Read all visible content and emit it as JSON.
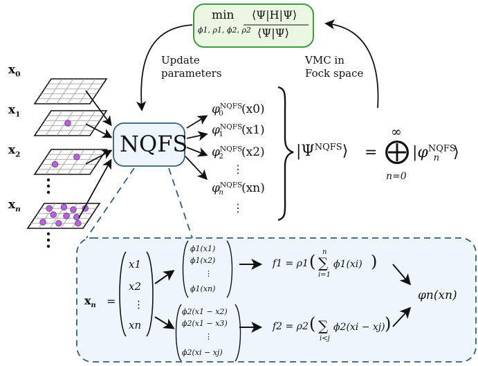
{
  "objective": {
    "op": "min",
    "subscript": "ϕ1, ρ1, ϕ2, ρ2",
    "numerator": "⟨Ψ|H|Ψ⟩",
    "denominator": "⟨Ψ|Ψ⟩"
  },
  "labels": {
    "update": [
      "Update",
      "parameters"
    ],
    "vmc": [
      "VMC in",
      "Fock space"
    ],
    "nqfs": "NQFS"
  },
  "inputs": [
    {
      "symbol": "x",
      "index": "0",
      "points": []
    },
    {
      "symbol": "x",
      "index": "1",
      "points": [
        [
          0.45,
          0.5
        ]
      ]
    },
    {
      "symbol": "x",
      "index": "2",
      "points": [
        [
          0.55,
          0.3
        ],
        [
          0.25,
          0.6
        ]
      ]
    },
    {
      "symbol": "x",
      "index": "n",
      "points": [
        [
          0.15,
          0.2
        ],
        [
          0.4,
          0.15
        ],
        [
          0.6,
          0.25
        ],
        [
          0.8,
          0.2
        ],
        [
          0.3,
          0.45
        ],
        [
          0.55,
          0.5
        ],
        [
          0.75,
          0.55
        ],
        [
          0.2,
          0.75
        ],
        [
          0.5,
          0.8
        ],
        [
          0.85,
          0.8
        ]
      ]
    }
  ],
  "outputs": [
    {
      "phi": "φ",
      "sub": "0",
      "sup": "NQFS",
      "arg": "(x0)"
    },
    {
      "phi": "φ",
      "sub": "1",
      "sup": "NQFS",
      "arg": "(x1)"
    },
    {
      "phi": "φ",
      "sub": "2",
      "sup": "NQFS",
      "arg": "(x2)"
    },
    {
      "phi": "φ",
      "sub": "n",
      "sup": "NQFS",
      "arg": "(xn)"
    }
  ],
  "state": {
    "lhs": "|Ψ",
    "lhs_sup": "NQFS",
    "lhs_close": "⟩",
    "equals": "=",
    "sum_top": "∞",
    "sum_symbol": "⨁",
    "sum_bottom": "n=0",
    "rhs": "|φ",
    "rhs_sub": "n",
    "rhs_sup": "NQFS",
    "rhs_close": "⟩"
  },
  "detail": {
    "xn_lhs": "x",
    "xn_lhs_sub": "n",
    "equals": "=",
    "vector": [
      "x1",
      "x2",
      "⋮",
      "xn"
    ],
    "phi1_vector": [
      "ϕ1(x1)",
      "ϕ1(x2)",
      "⋮",
      "ϕ1(xn)"
    ],
    "phi2_vector": [
      "ϕ2(x1 − x2)",
      "ϕ2(x1 − x3)",
      "⋮",
      "ϕ2(xi − xj)"
    ],
    "f1": {
      "lhs": "f1 = ρ1",
      "sum_top": "n",
      "sum_bottom": "i=1",
      "term": "ϕ1(xi)"
    },
    "f2": {
      "lhs": "f2 = ρ2",
      "sum_bottom": "i<j",
      "term": "ϕ2(xi − xj)"
    },
    "result": "φn(xn)"
  },
  "colors": {
    "green_border": "#3f9a3f",
    "green_fill": "#eaf5e2",
    "blue_border": "#2f5d79",
    "blue_fill": "#eef6fb",
    "particle": "#b565d8",
    "particle_border": "#6a2c8a",
    "grid_fill": "#ffffff",
    "grid_line": "#9a9a9a"
  }
}
